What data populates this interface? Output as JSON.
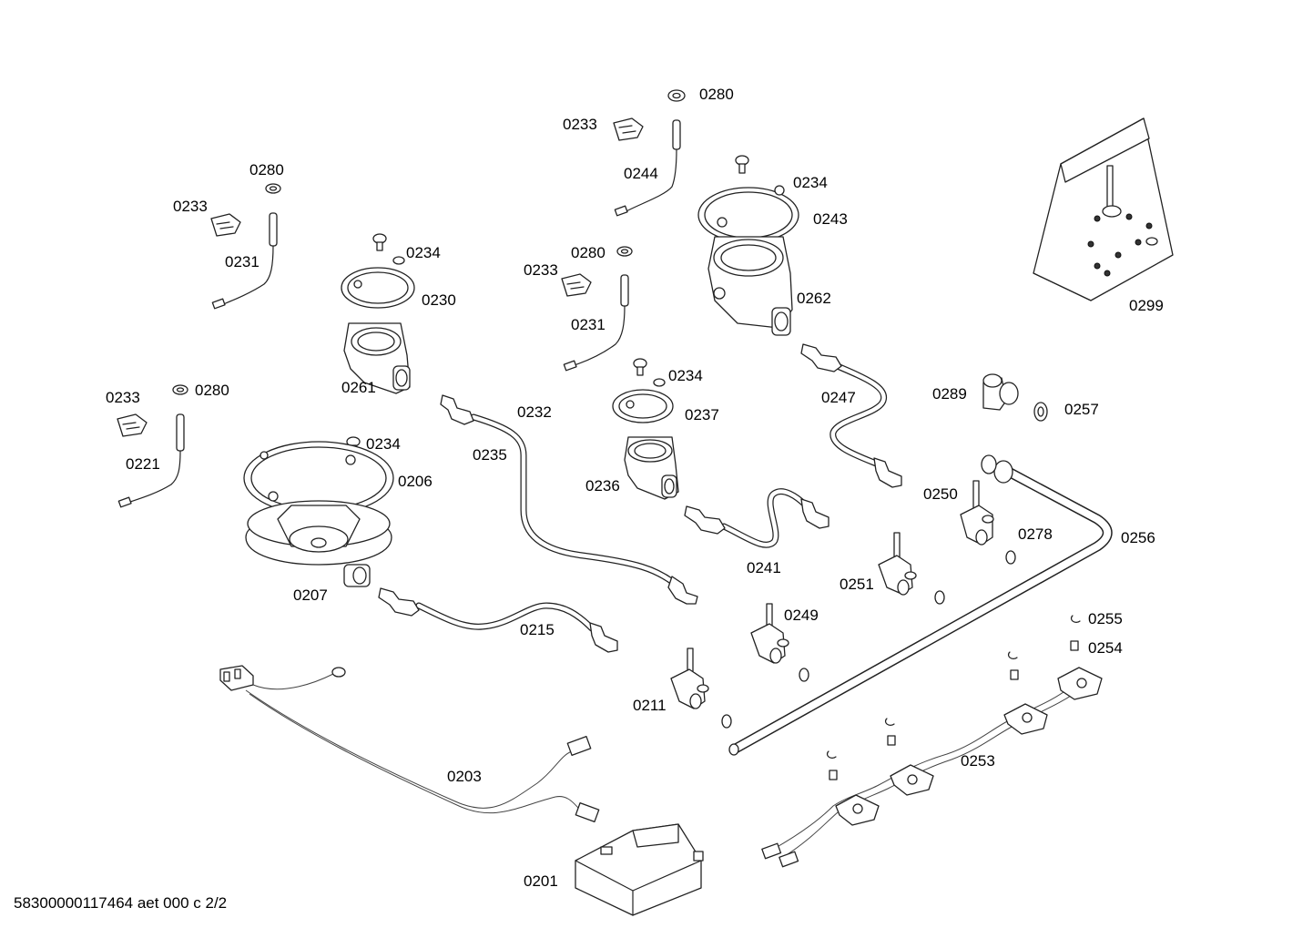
{
  "labels": {
    "l0280_a": "0280",
    "l0233_a": "0233",
    "l0244": "0244",
    "l0234_a": "0234",
    "l0243": "0243",
    "l0299": "0299",
    "l0280_b": "0280",
    "l0233_b": "0233",
    "l0231_a": "0231",
    "l0234_b": "0234",
    "l0230": "0230",
    "l0261": "0261",
    "l0280_c": "0280",
    "l0233_c": "0233",
    "l0231_b": "0231",
    "l0262": "0262",
    "l0234_c": "0234",
    "l0237": "0237",
    "l0247": "0247",
    "l0289": "0289",
    "l0257": "0257",
    "l0233_d": "0233",
    "l0280_d": "0280",
    "l0221": "0221",
    "l0232": "0232",
    "l0235": "0235",
    "l0234_d": "0234",
    "l0206": "0206",
    "l0236": "0236",
    "l0250": "0250",
    "l0256": "0256",
    "l0278": "0278",
    "l0241": "0241",
    "l0251": "0251",
    "l0207": "0207",
    "l0215": "0215",
    "l0249": "0249",
    "l0255": "0255",
    "l0254": "0254",
    "l0211": "0211",
    "l0253": "0253",
    "l0203": "0203",
    "l0201": "0201"
  },
  "footer": "58300000117464 aet 000 c 2/2"
}
